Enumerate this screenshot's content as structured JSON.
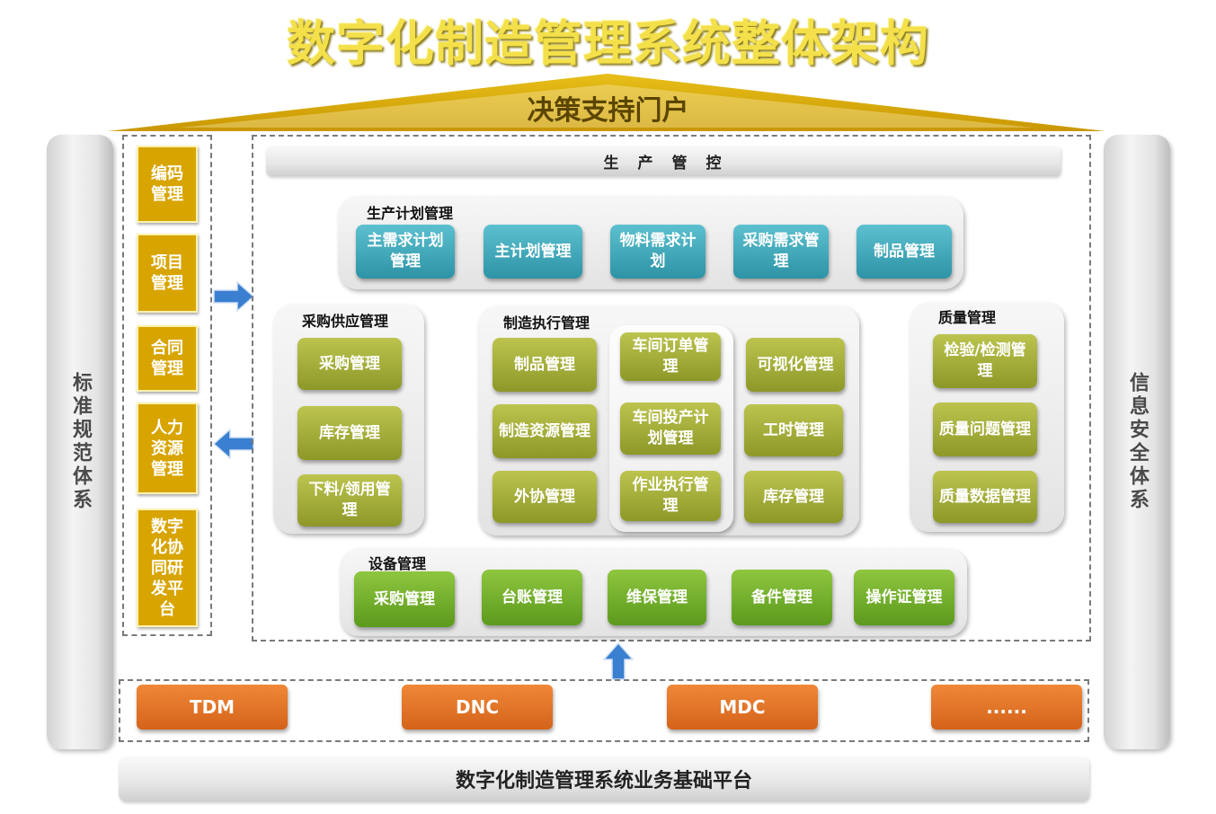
{
  "title": "数字化制造管理系统整体架构",
  "roof_label": "决策支持门户",
  "left_pillar": "标准规范体系",
  "right_pillar": "信息安全体系",
  "left_column": [
    "编码管理",
    "项目管理",
    "合同管理",
    "人力资源管理",
    "数字化协同研发平台"
  ],
  "production_header": "生　产　管　控",
  "planning": {
    "title": "生产计划管理",
    "items": [
      "主需求计划管理",
      "主计划管理",
      "物料需求计划",
      "采购需求管理",
      "制品管理"
    ]
  },
  "procurement": {
    "title": "采购供应管理",
    "items": [
      "采购管理",
      "库存管理",
      "下料/领用管理"
    ]
  },
  "execution": {
    "title": "制造执行管理",
    "col1": [
      "制品管理",
      "制造资源管理",
      "外协管理"
    ],
    "col2": [
      "车间订单管理",
      "车间投产计划管理",
      "作业执行管理"
    ],
    "col3": [
      "可视化管理",
      "工时管理",
      "库存管理"
    ]
  },
  "quality": {
    "title": "质量管理",
    "items": [
      "检验/检测管理",
      "质量问题管理",
      "质量数据管理"
    ]
  },
  "equipment": {
    "title": "设备管理",
    "items": [
      "采购管理",
      "台账管理",
      "维保管理",
      "备件管理",
      "操作证管理"
    ]
  },
  "systems": [
    "TDM",
    "DNC",
    "MDC",
    "......"
  ],
  "foundation": "数字化制造管理系统业务基础平台",
  "colors": {
    "title": "#f3e04a",
    "roof": "#d9a800",
    "teal": "#3aa6b8",
    "olive": "#a4ad36",
    "green": "#72b02a",
    "orange": "#e2722a",
    "arrow": "#3a7fd0"
  }
}
